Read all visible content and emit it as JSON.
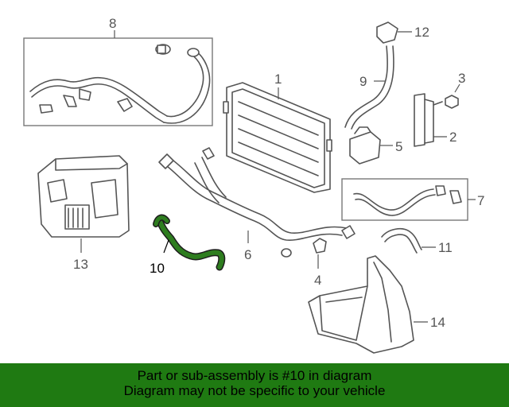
{
  "diagram": {
    "callouts": [
      {
        "id": "1",
        "label": "1"
      },
      {
        "id": "2",
        "label": "2"
      },
      {
        "id": "3",
        "label": "3"
      },
      {
        "id": "4",
        "label": "4"
      },
      {
        "id": "5",
        "label": "5"
      },
      {
        "id": "6",
        "label": "6"
      },
      {
        "id": "7",
        "label": "7"
      },
      {
        "id": "8",
        "label": "8"
      },
      {
        "id": "9",
        "label": "9"
      },
      {
        "id": "10",
        "label": "10"
      },
      {
        "id": "11",
        "label": "11"
      },
      {
        "id": "12",
        "label": "12"
      },
      {
        "id": "13",
        "label": "13"
      },
      {
        "id": "14",
        "label": "14"
      }
    ],
    "highlighted_part": "10",
    "highlight_color": "#2e7d1f"
  },
  "banner": {
    "line1": "Part or sub-assembly is #10 in diagram",
    "line2": "Diagram may not be specific to your vehicle",
    "background": "#1f7a12"
  }
}
